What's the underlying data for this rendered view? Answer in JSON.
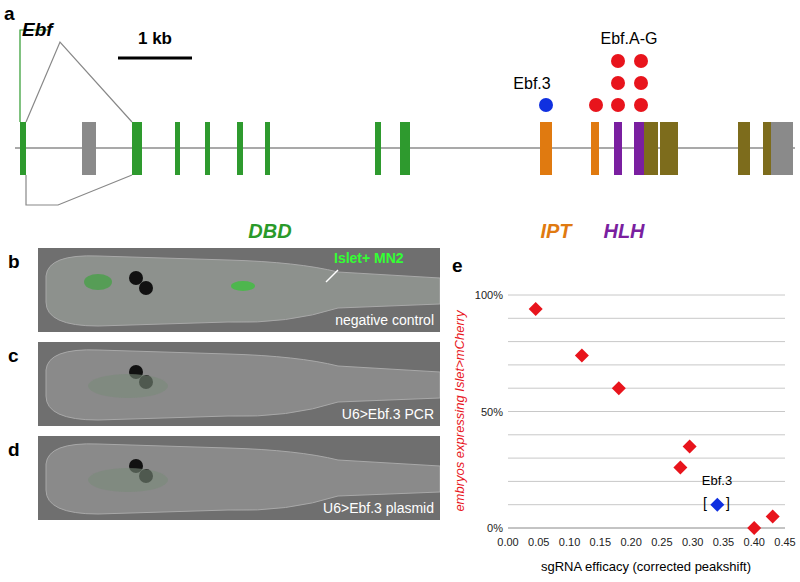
{
  "diagram": {
    "nodes": [
      {
        "text": [
          "b",
          "Islet+ MN2",
          "negative control"
        ]
      },
      {
        "text": [
          "c",
          "U6>Ebf.3 PCR"
        ]
      },
      {
        "text": [
          "d",
          "U6>Ebf.3 plasmid"
        ]
      }
    ],
    "labels": [
      "a",
      "Ebf",
      "1 kb",
      "Ebf.A-G",
      "Ebf.3",
      "DBD",
      "IPT",
      "HLH",
      "e",
      "100%",
      "50%",
      "0%",
      "0.00",
      "0.05",
      "0.10",
      "0.15",
      "0.20",
      "0.25",
      "0.30",
      "0.35",
      "0.40",
      "0.45",
      "embryos expressing Islet>mCherry",
      "sgRNA efficacy (corrected peakshift)",
      "Ebf.3",
      "[",
      "]"
    ]
  }
}
